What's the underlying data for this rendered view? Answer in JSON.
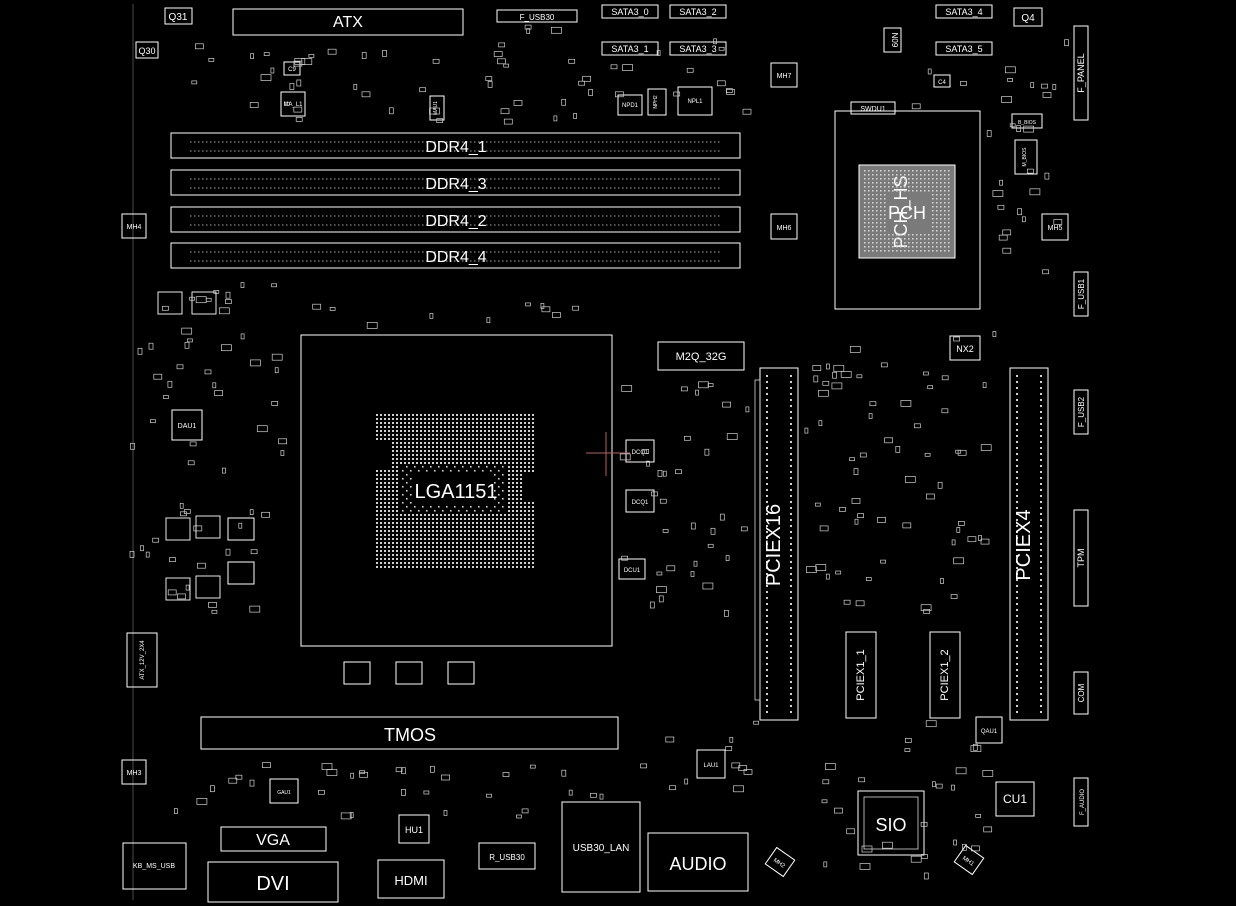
{
  "board": {
    "background": "#000000",
    "stroke": "#ffffff",
    "chip_fill": "#7a7a7a",
    "marker_color": "#b86060"
  },
  "labels": {
    "q31": "Q31",
    "q30": "Q30",
    "atx": "ATX",
    "f_usb30": "F_USB30",
    "sata3_0": "SATA3_0",
    "sata3_2": "SATA3_2",
    "sata3_1": "SATA3_1",
    "sata3_3": "SATA3_3",
    "sata3_4": "SATA3_4",
    "sata3_5": "SATA3_5",
    "q4": "Q4",
    "n09": "N09",
    "f_panel": "F_PANEL",
    "mh7": "MH7",
    "c9": "C9",
    "ma_l1": "MA_L1",
    "mau1": "MAU1",
    "npd1": "NPD1",
    "nph2": "NPH2",
    "npl1": "NPL1",
    "swdu1": "SWDU1",
    "c4": "C4",
    "b_bios": "B_BIOS",
    "m_bios": "M_BIOS",
    "ddr4_1": "DDR4_1",
    "ddr4_3": "DDR4_3",
    "ddr4_2": "DDR4_2",
    "ddr4_4": "DDR4_4",
    "mh4": "MH4",
    "mh6": "MH6",
    "mh5": "MH5",
    "pch_hs": "PCH_HS",
    "pch": "PCH",
    "f_usb1": "F_USB1",
    "nx2": "NX2",
    "m2q_32g": "M2Q_32G",
    "dau1": "DAU1",
    "lga1151": "LGA1151",
    "dcq1_a": "DCQ1",
    "dcq1_b": "DCQ1",
    "dcu1": "DCU1",
    "pciex16": "PCIEX16",
    "pciex4": "PCIEX4",
    "f_usb2": "F_USB2",
    "tpm": "TPM",
    "atx_12v_2x4": "ATX_12V_2X4",
    "pciex1_1": "PCIEX1_1",
    "pciex1_2": "PCIEX1_2",
    "com": "COM",
    "qau1": "QAU1",
    "tmos": "TMOS",
    "lau1": "LAU1",
    "mh3": "MH3",
    "cu1": "CU1",
    "sio": "SIO",
    "f_audio": "F_AUDIO",
    "gau1": "GAU1",
    "vga": "VGA",
    "hu1": "HU1",
    "r_usb30": "R_USB30",
    "usb30_lan": "USB30_LAN",
    "audio": "AUDIO",
    "mh2": "MH2",
    "mh1": "MH1",
    "kb_ms_usb": "KB_MS_USB",
    "dvi": "DVI",
    "hdmi": "HDMI"
  }
}
